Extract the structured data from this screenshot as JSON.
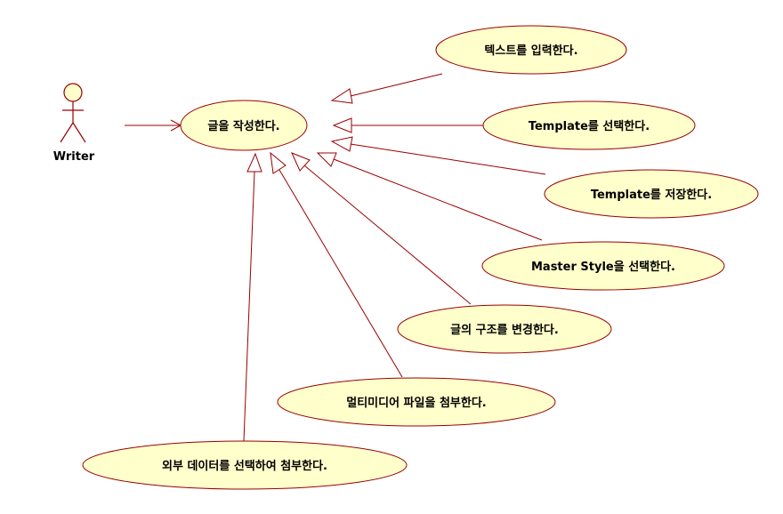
{
  "actor": {
    "name": "Writer"
  },
  "main_use_case": {
    "label": "글을 작성한다."
  },
  "extending_use_cases": [
    {
      "label": "텍스트를 입력한다."
    },
    {
      "label": "Template를 선택한다."
    },
    {
      "label": "Template를 저장한다."
    },
    {
      "label": "Master Style을 선택한다."
    },
    {
      "label": "글의 구조를 변경한다."
    },
    {
      "label": "멀티미디어 파일을 첨부한다."
    },
    {
      "label": "외부 데이터를 선택하여 첨부한다."
    }
  ],
  "colors": {
    "ellipse_fill": "#ffffcc",
    "ellipse_stroke": "#990000",
    "line": "#990000"
  }
}
